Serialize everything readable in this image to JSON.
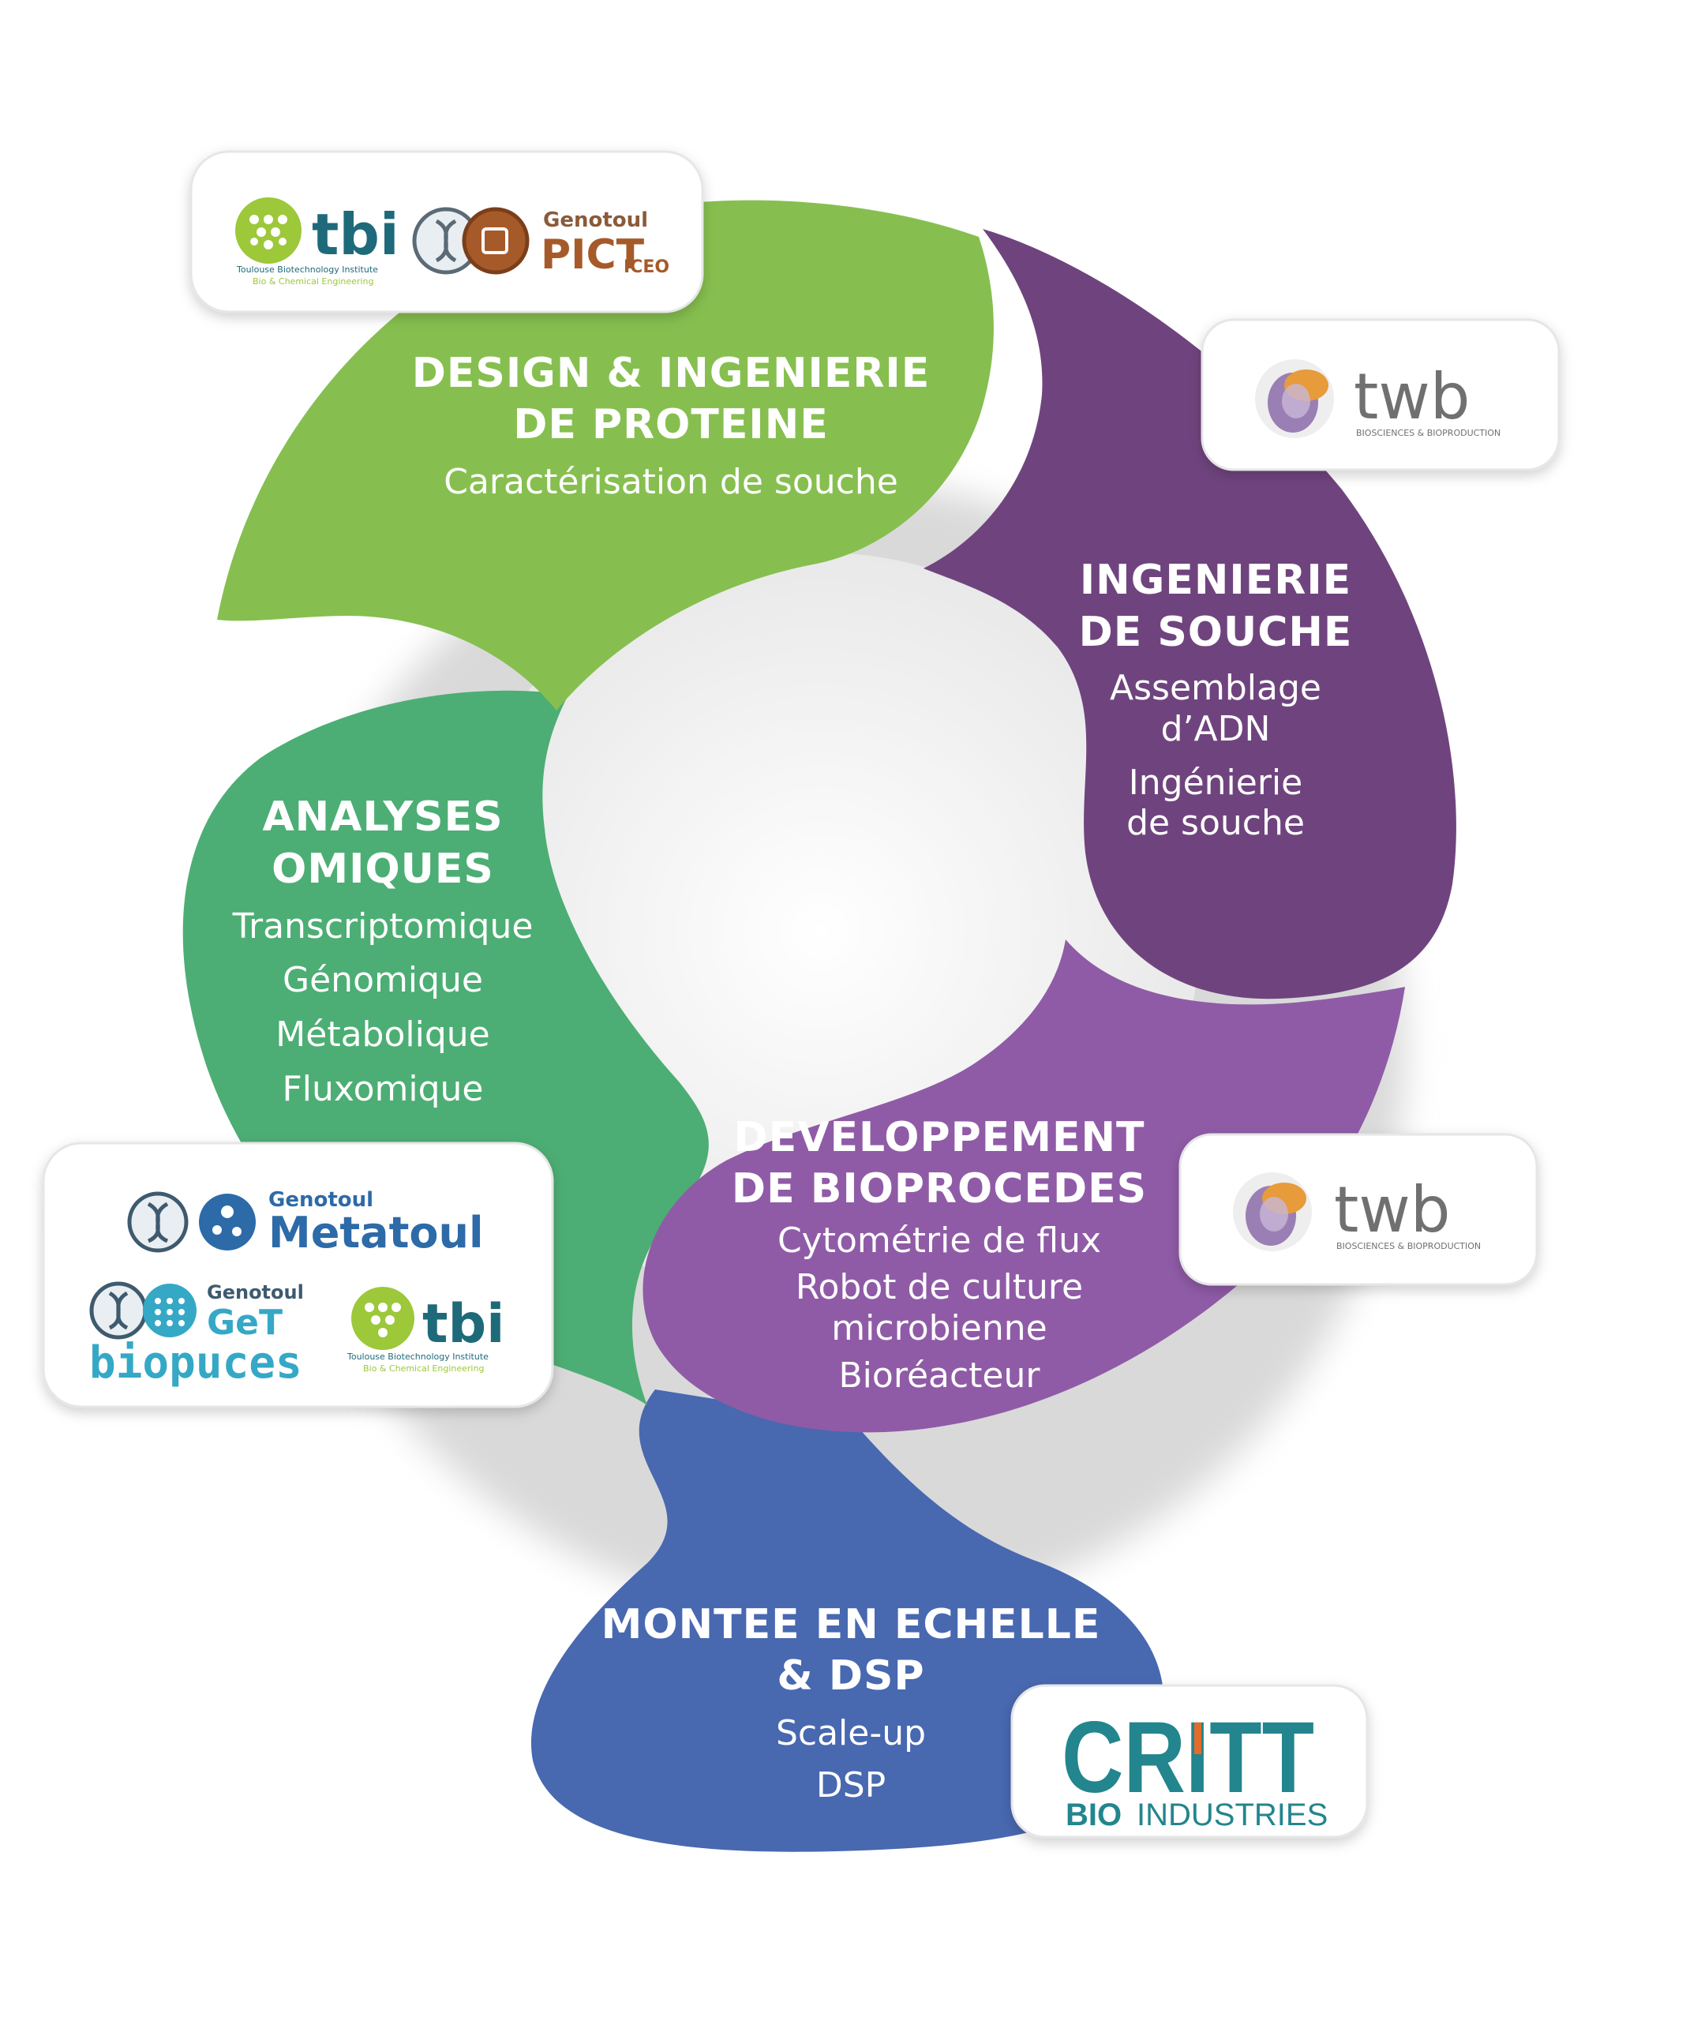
{
  "colors": {
    "green_light": "#86bf4f",
    "green": "#4cae74",
    "purple_dark": "#6f447e",
    "purple": "#8f5ba6",
    "blue": "#4868b0",
    "teal": "#23858d",
    "tbi_green": "#9cc83a",
    "tbi_blue": "#1e6a7a",
    "pict_brown": "#a65a2a",
    "metatoul_blue": "#2d6aa8"
  },
  "petals": {
    "design": {
      "title_line1": "DESIGN & INGENIERIE",
      "title_line2": "DE PROTEINE",
      "items": [
        "Caractérisation de souche"
      ]
    },
    "souche": {
      "title_line1": "INGENIERIE",
      "title_line2": "DE SOUCHE",
      "items": [
        "Assemblage",
        "d’ADN",
        "Ingénierie",
        "de souche"
      ]
    },
    "bioprocedes": {
      "title_line1": "DEVELOPPEMENT",
      "title_line2": "DE BIOPROCEDES",
      "items": [
        "Cytométrie de flux",
        "Robot de culture",
        "microbienne",
        "Bioréacteur"
      ]
    },
    "montee": {
      "title_line1": "MONTEE EN ECHELLE",
      "title_line2": "& DSP",
      "items": [
        "Scale-up",
        "DSP"
      ]
    },
    "omiques": {
      "title_line1": "ANALYSES",
      "title_line2": "OMIQUES",
      "items": [
        "Transcriptomique",
        "Génomique",
        "Métabolique",
        "Fluxomique"
      ]
    }
  },
  "logos": {
    "tbi": {
      "name": "tbi",
      "caption1": "Toulouse Biotechnology Institute",
      "caption2": "Bio & Chemical Engineering",
      "icon": "tbi-grid-icon"
    },
    "pict": {
      "brand": "Genotoul",
      "name": "PICT",
      "suffix": "ICEO",
      "icon": "dna-icon"
    },
    "twb": {
      "name": "twb",
      "caption": "BIOSCIENCES & BIOPRODUCTION",
      "icon": "twb-cell-icon"
    },
    "metatoul": {
      "brand": "Genotoul",
      "name": "Metatoul",
      "icon": "dna-icon"
    },
    "get": {
      "brand": "Genotoul",
      "name": "GeT",
      "sub": "biopuces",
      "icon": "dna-icon"
    },
    "critt": {
      "name": "CRITT",
      "sub1": "BIO",
      "sub2": "INDUSTRIES"
    }
  }
}
